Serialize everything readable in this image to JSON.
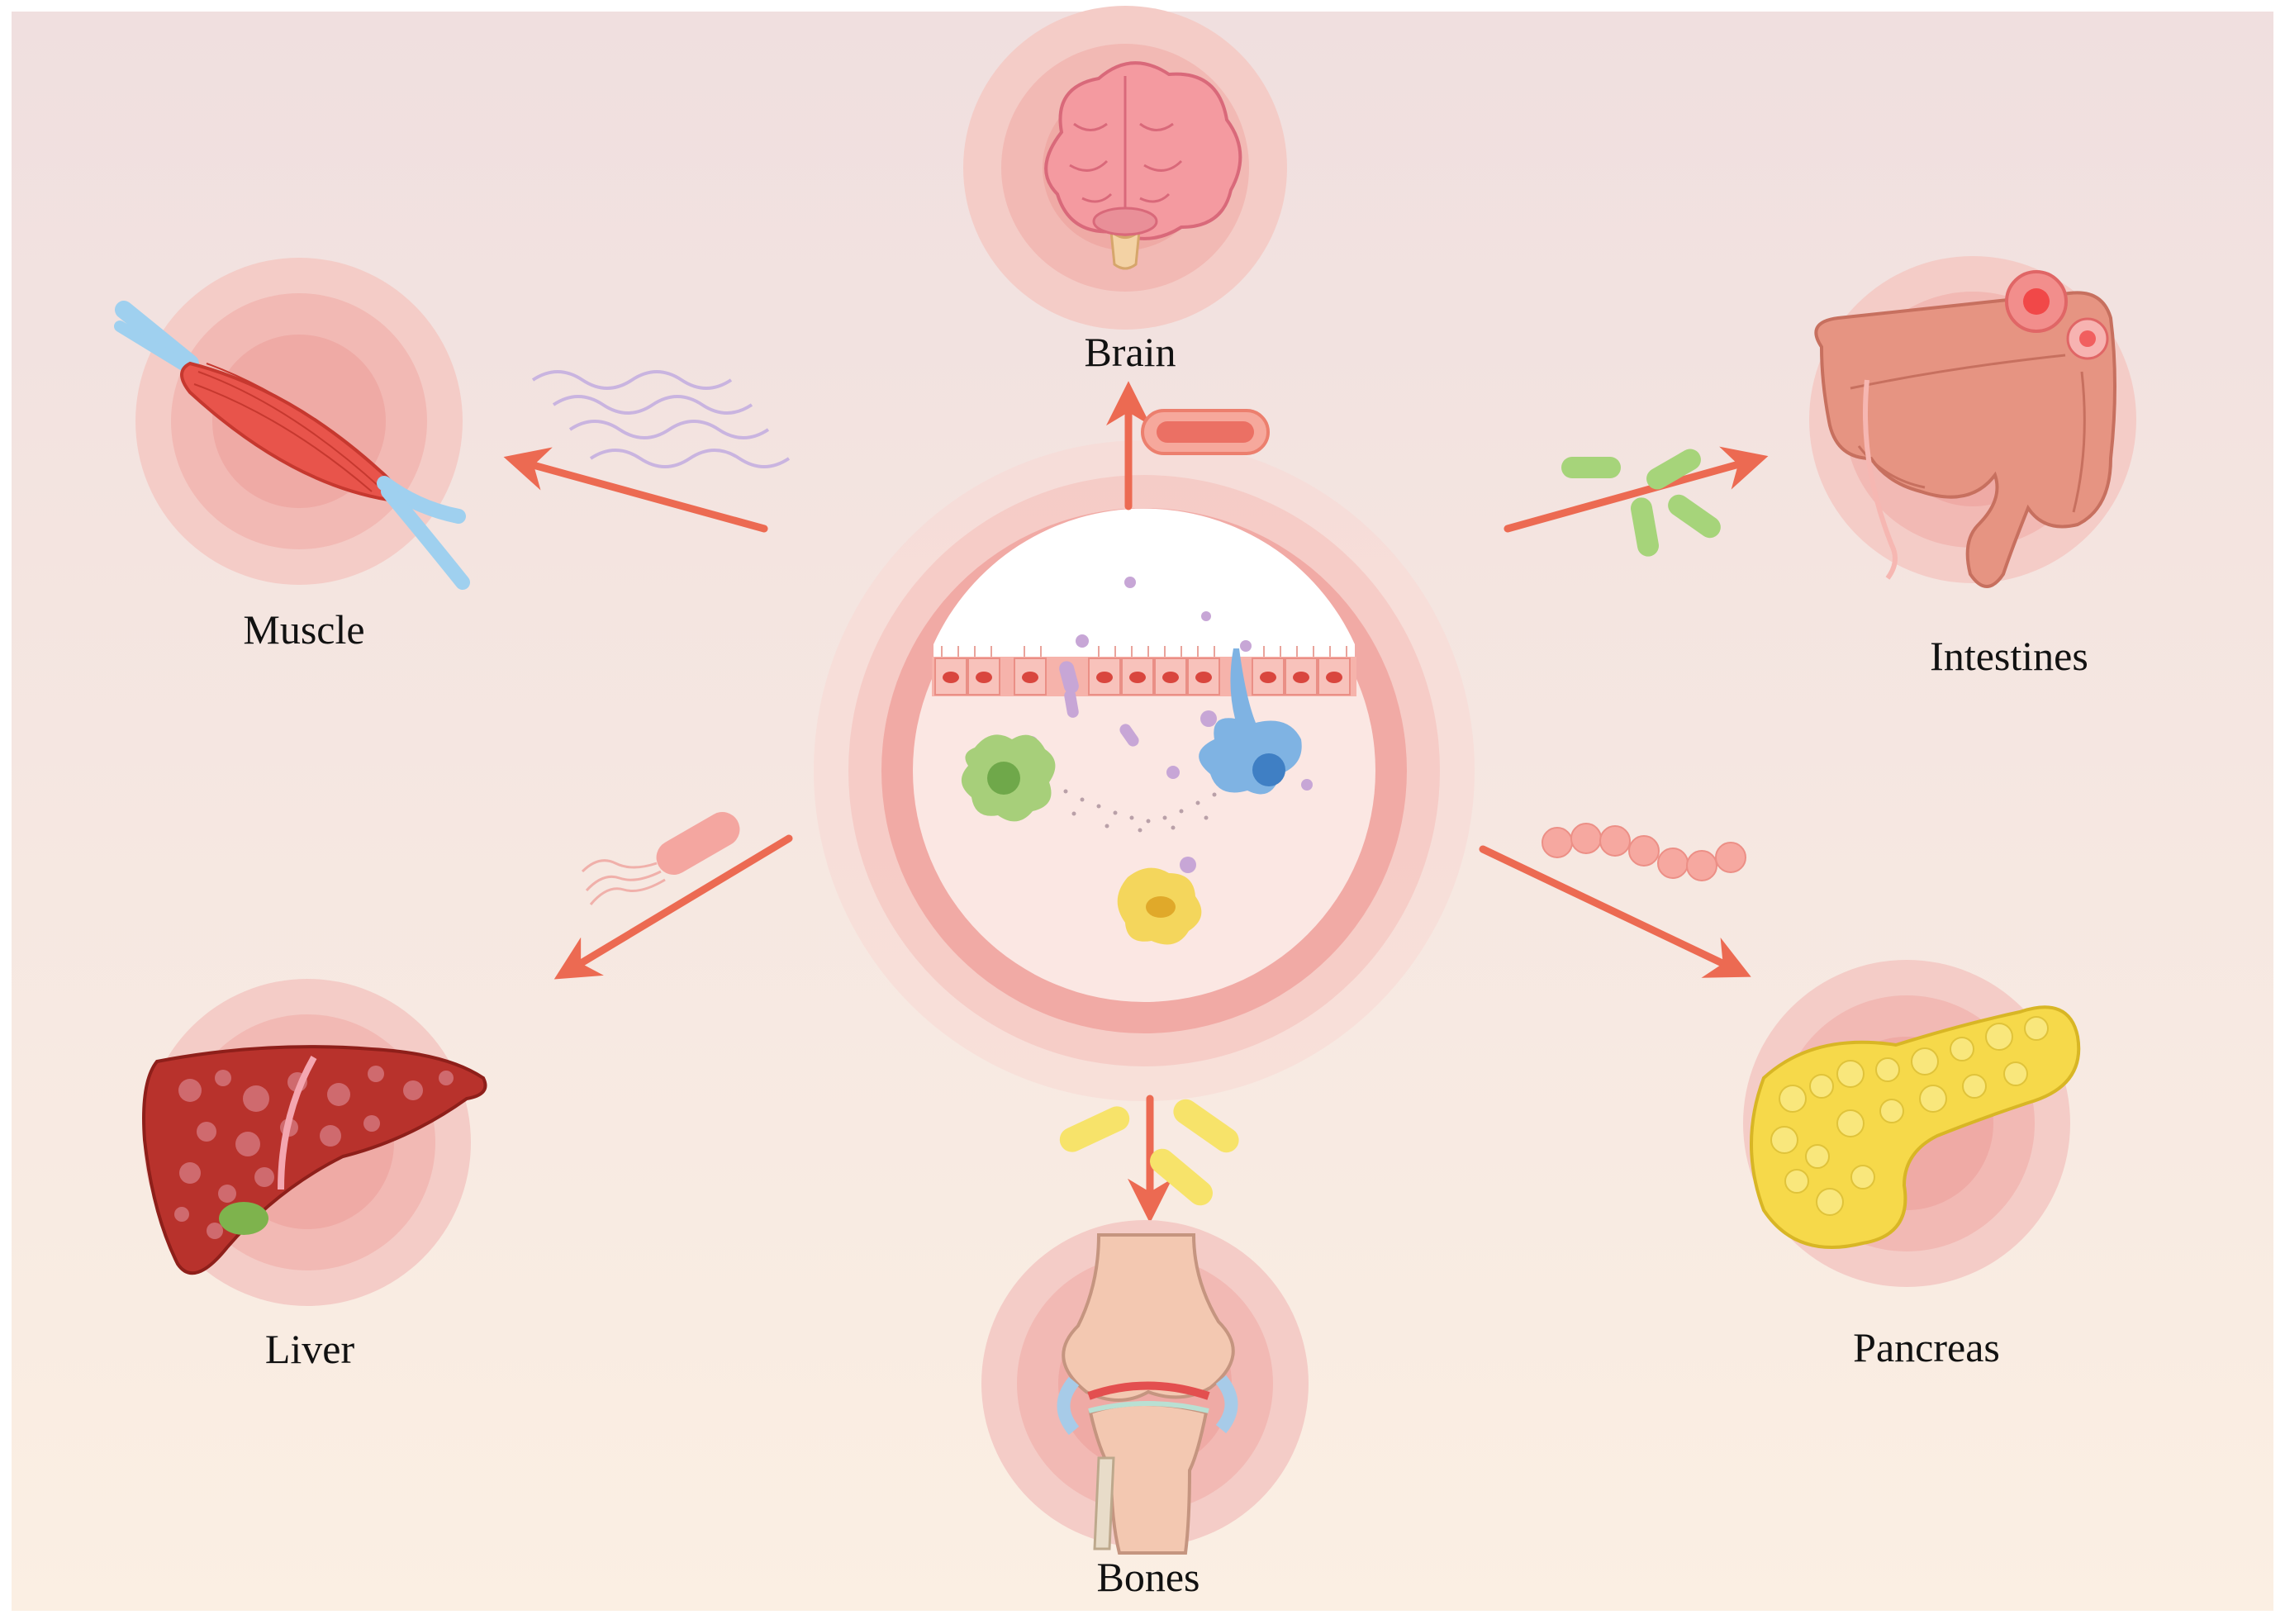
{
  "organs": {
    "brain": {
      "label": "Brain"
    },
    "muscle": {
      "label": "Muscle"
    },
    "intestines": {
      "label": "Intestines"
    },
    "liver": {
      "label": "Liver"
    },
    "pancreas": {
      "label": "Pancreas"
    },
    "bones": {
      "label": "Bones"
    }
  },
  "colors": {
    "arrow": "#ec6a52",
    "halo": "#f2b3ad",
    "background_top": "#f0dfdf",
    "background_bottom": "#fbefe3"
  }
}
